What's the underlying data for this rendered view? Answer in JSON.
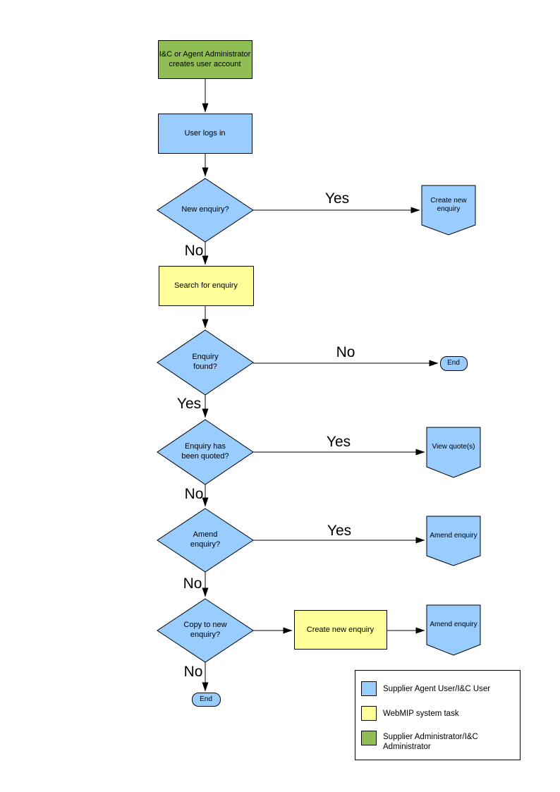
{
  "colors": {
    "user_fill": "#99CCFF",
    "system_fill": "#FFFF99",
    "admin_fill": "#90BE55",
    "line": "#000000",
    "legend_bg": "#FFFFFF"
  },
  "nodes": {
    "admin_creates_account": "I&C or Agent Administrator creates user account",
    "user_logs_in": "User logs in",
    "new_enquiry_q": "New enquiry?",
    "create_new_enquiry_target": "Create new enquiry",
    "search_for_enquiry": "Search for enquiry",
    "enquiry_found_q": "Enquiry found?",
    "end_top": "End",
    "enquiry_quoted_q": "Enquiry has been quoted?",
    "view_quotes": "View quote(s)",
    "amend_enquiry_q": "Amend enquiry?",
    "amend_enquiry_target1": "Amend enquiry",
    "copy_to_new_q": "Copy to new enquiry?",
    "create_new_enquiry_task": "Create new enquiry",
    "amend_enquiry_target2": "Amend enquiry",
    "end_bottom": "End"
  },
  "edge_labels": {
    "new_enquiry_yes": "Yes",
    "new_enquiry_no": "No",
    "enquiry_found_no": "No",
    "enquiry_found_yes": "Yes",
    "quoted_yes": "Yes",
    "quoted_no": "No",
    "amend_yes": "Yes",
    "amend_no": "No",
    "copy_no": "No"
  },
  "legend": {
    "items": [
      {
        "label": "Supplier Agent User/I&C User",
        "color": "#99CCFF"
      },
      {
        "label": "WebMIP system task",
        "color": "#FFFF99"
      },
      {
        "label": "Supplier Administrator/I&C Administrator",
        "color": "#90BE55"
      }
    ]
  }
}
